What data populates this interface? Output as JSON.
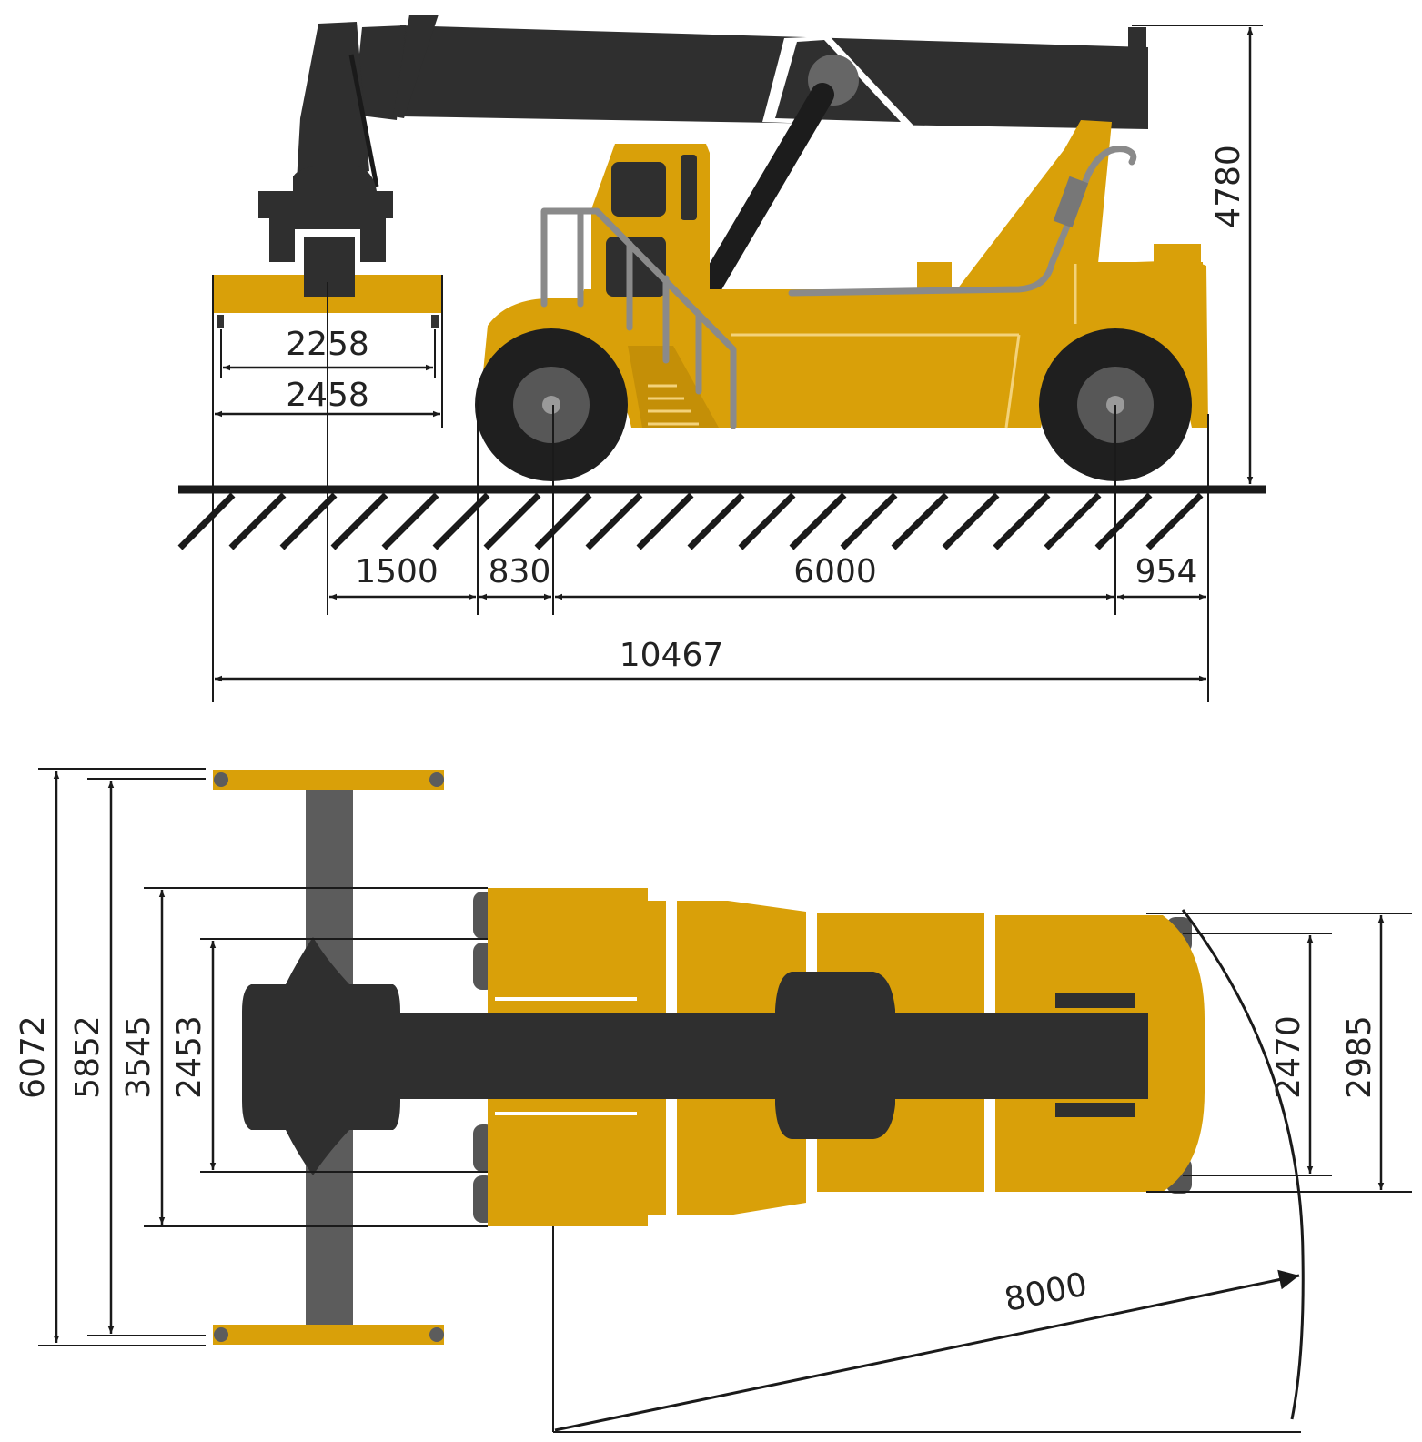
{
  "colors": {
    "body": "#d9a009",
    "boom": "#2f2f2f",
    "spreader_beam": "#5c5c5c",
    "dimension_lines": "#1a1a1a"
  },
  "side_view": {
    "spreader_inner_width": "2258",
    "spreader_outer_width": "2458",
    "spreader_to_front_wheel_face": "1500",
    "front_overhang": "830",
    "wheelbase": "6000",
    "rear_overhang": "954",
    "overall_length": "10467",
    "overall_height": "4780"
  },
  "top_view": {
    "spreader_max_width": "6072",
    "spreader_inner_width": "5852",
    "front_track_outer": "3545",
    "front_track_inner": "2453",
    "rear_track_inner": "2470",
    "rear_track_outer": "2985",
    "turning_radius": "8000"
  }
}
